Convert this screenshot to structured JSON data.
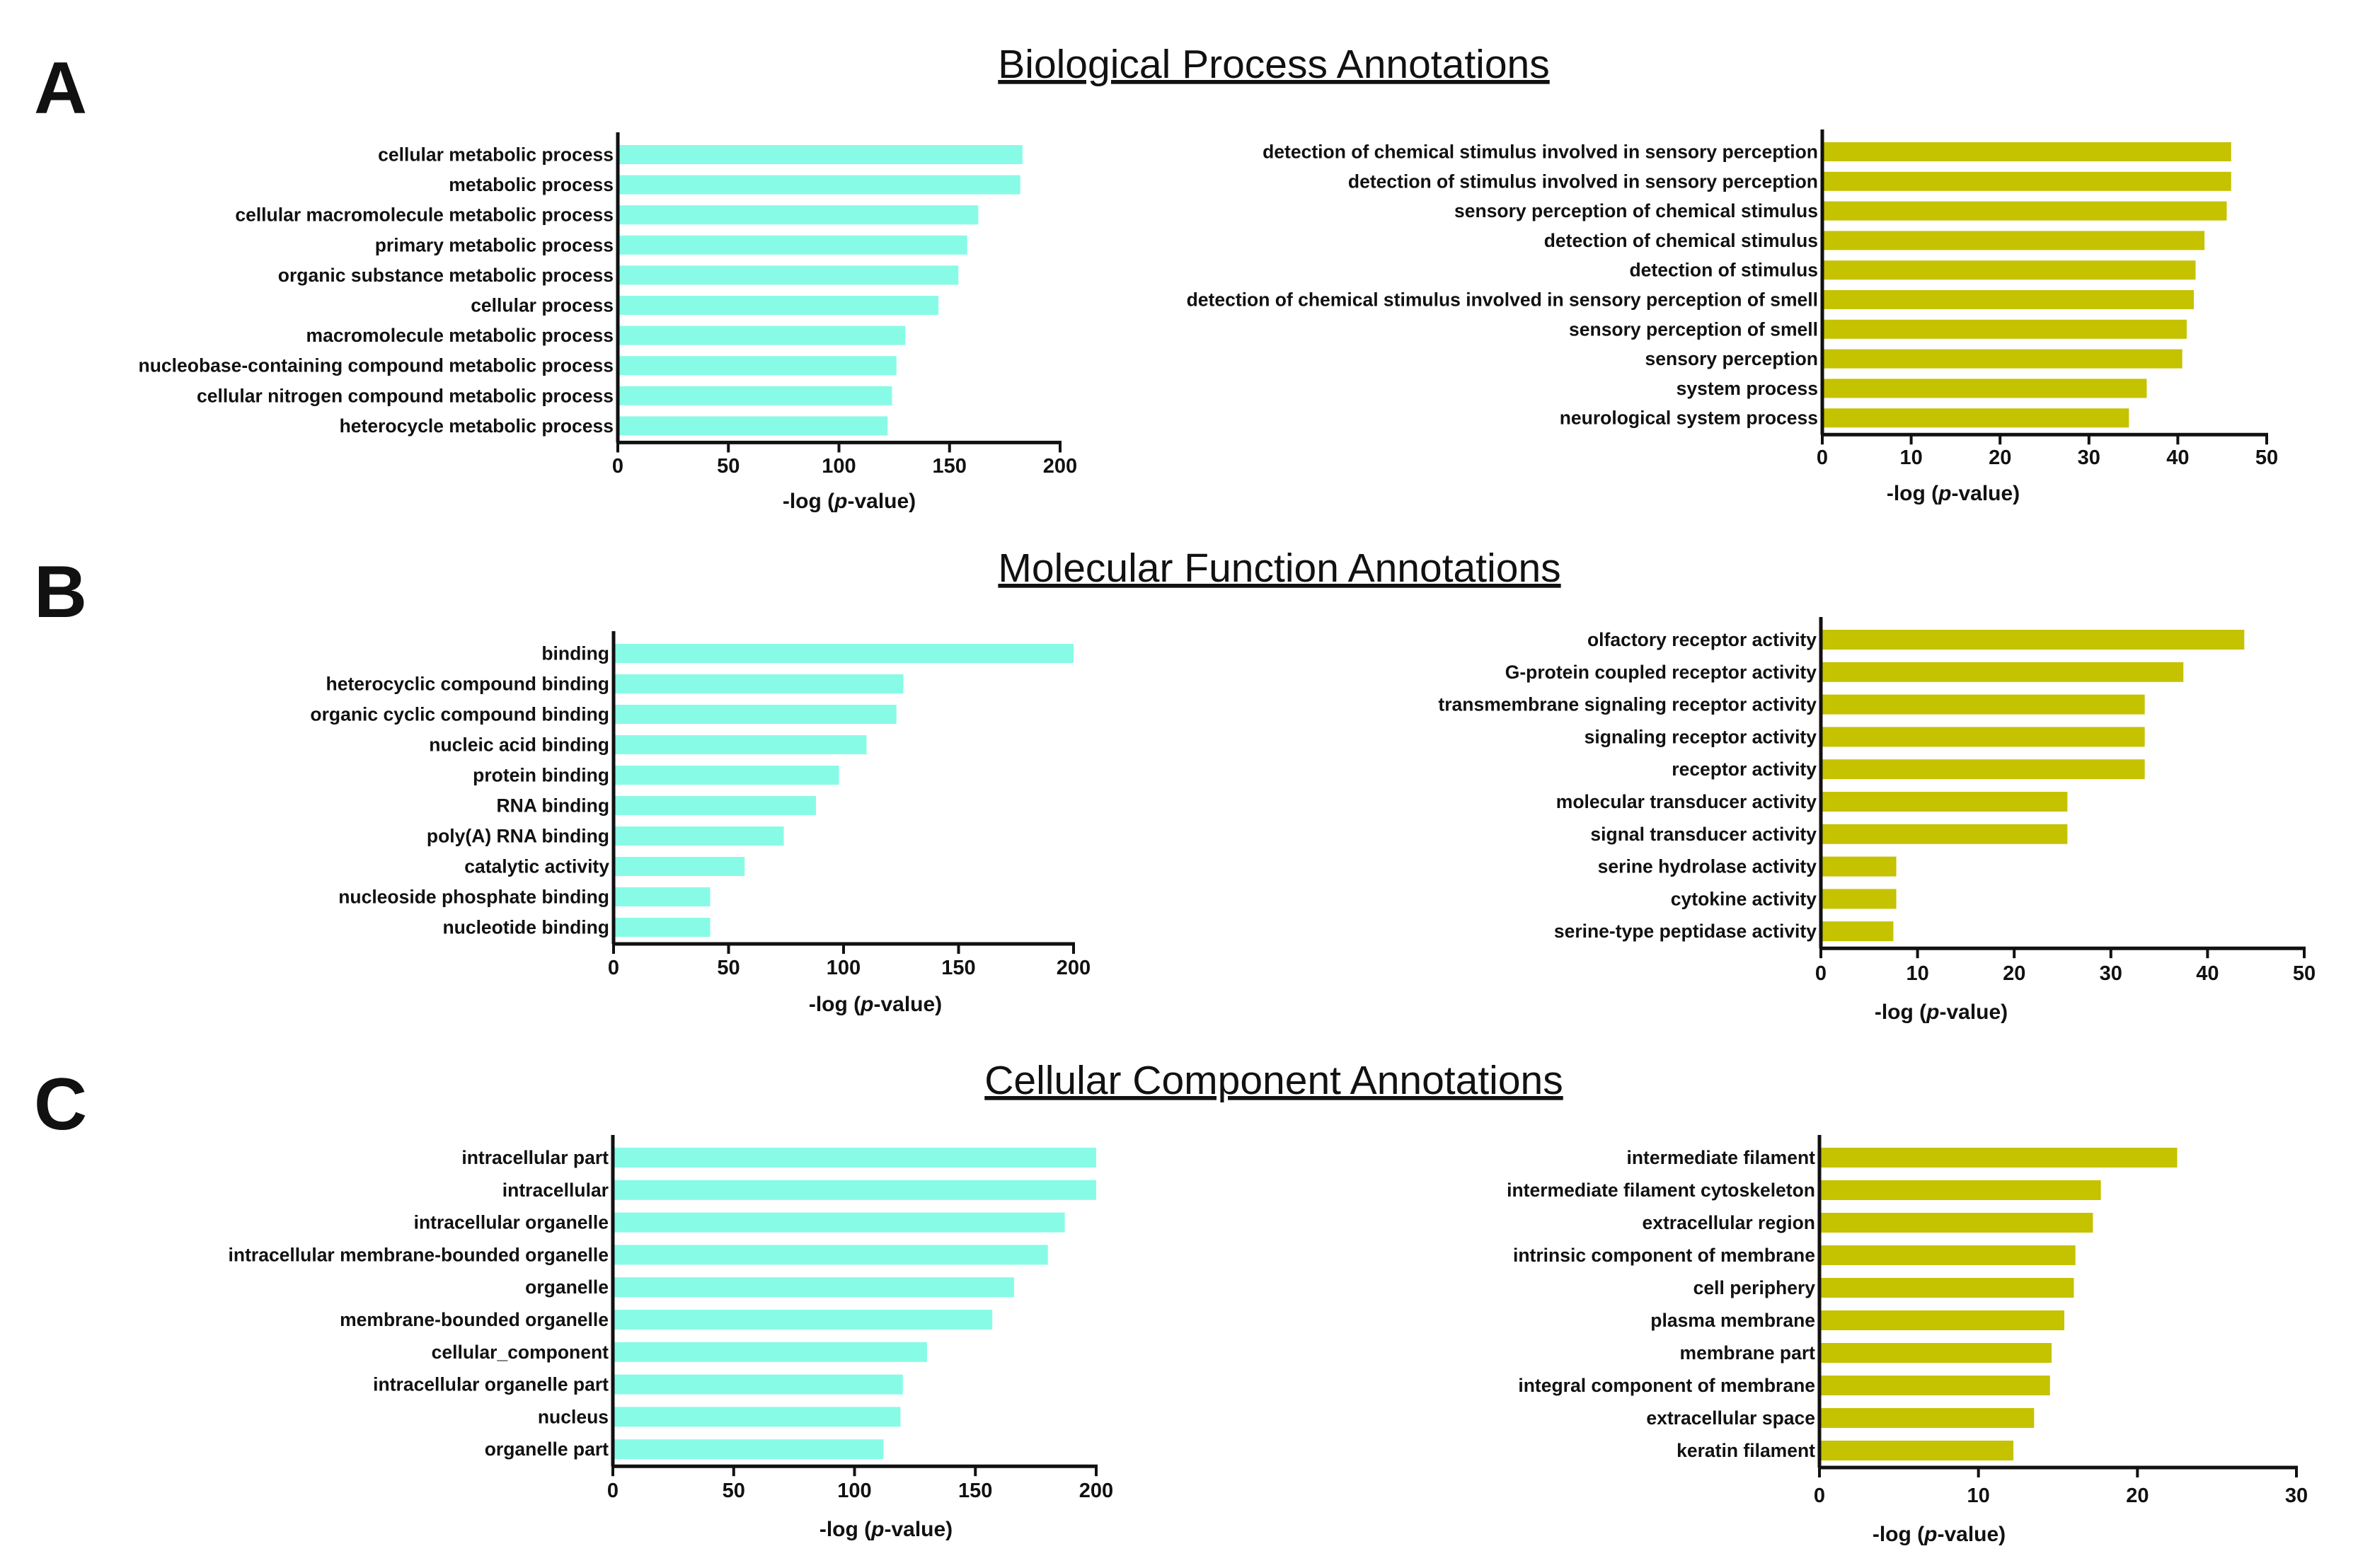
{
  "sections": [
    {
      "letter": "A",
      "title": "Biological Process Annotations",
      "charts": [
        {
          "type": "bar",
          "orientation": "horizontal",
          "color": "#88fbe6",
          "categories": [
            "cellular metabolic process",
            "metabolic process",
            "cellular macromolecule metabolic process",
            "primary metabolic process",
            "organic substance metabolic process",
            "cellular process",
            "macromolecule metabolic process",
            "nucleobase-containing compound metabolic process",
            "cellular nitrogen compound metabolic process",
            "heterocycle metabolic process"
          ],
          "values": [
            183,
            182,
            163,
            158,
            154,
            145,
            130,
            126,
            124,
            122
          ],
          "xlim": [
            0,
            200
          ],
          "ticks": [
            "0",
            "50",
            "100",
            "150",
            "200"
          ],
          "xlabel_prefix": "-log (",
          "xlabel_italic": "p",
          "xlabel_suffix": "-value)"
        },
        {
          "type": "bar",
          "orientation": "horizontal",
          "color": "#c5c200",
          "categories": [
            "detection of chemical stimulus involved in sensory perception",
            "detection of stimulus involved in sensory perception",
            "sensory perception of chemical stimulus",
            "detection of chemical stimulus",
            "detection of stimulus",
            "detection of chemical stimulus involved in sensory perception of smell",
            "sensory perception of smell",
            "sensory perception",
            "system process",
            "neurological system process"
          ],
          "values": [
            46,
            46,
            45.5,
            43,
            42,
            41.8,
            41,
            40.5,
            36.5,
            34.5
          ],
          "xlim": [
            0,
            50
          ],
          "ticks": [
            "0",
            "10",
            "20",
            "30",
            "40",
            "50"
          ],
          "xlabel_prefix": "-log (",
          "xlabel_italic": "p",
          "xlabel_suffix": "-value)"
        }
      ]
    },
    {
      "letter": "B",
      "title": "Molecular Function Annotations",
      "charts": [
        {
          "type": "bar",
          "orientation": "horizontal",
          "color": "#88fbe6",
          "categories": [
            "binding",
            "heterocyclic compound binding",
            "organic cyclic compound binding",
            "nucleic acid binding",
            "protein binding",
            "RNA binding",
            "poly(A) RNA binding",
            "catalytic activity",
            "nucleoside phosphate binding",
            "nucleotide binding"
          ],
          "values": [
            200,
            126,
            123,
            110,
            98,
            88,
            74,
            57,
            42,
            42
          ],
          "xlim": [
            0,
            200
          ],
          "ticks": [
            "0",
            "50",
            "100",
            "150",
            "200"
          ],
          "xlabel_prefix": "-log (",
          "xlabel_italic": "p",
          "xlabel_suffix": "-value)"
        },
        {
          "type": "bar",
          "orientation": "horizontal",
          "color": "#c5c200",
          "categories": [
            "olfactory receptor activity",
            "G-protein coupled receptor activity",
            "transmembrane signaling receptor activity",
            "signaling receptor activity",
            "receptor activity",
            "molecular transducer activity",
            "signal transducer activity",
            "serine hydrolase activity",
            "cytokine activity",
            "serine-type peptidase activity"
          ],
          "values": [
            43.8,
            37.5,
            33.5,
            33.5,
            33.5,
            25.5,
            25.5,
            7.8,
            7.8,
            7.5
          ],
          "xlim": [
            0,
            50
          ],
          "ticks": [
            "0",
            "10",
            "20",
            "30",
            "40",
            "50"
          ],
          "xlabel_prefix": "-log (",
          "xlabel_italic": "p",
          "xlabel_suffix": "-value)"
        }
      ]
    },
    {
      "letter": "C",
      "title": "Cellular Component Annotations",
      "charts": [
        {
          "type": "bar",
          "orientation": "horizontal",
          "color": "#88fbe6",
          "categories": [
            "intracellular part",
            "intracellular",
            "intracellular organelle",
            "intracellular membrane-bounded organelle",
            "organelle",
            "membrane-bounded organelle",
            "cellular_component",
            "intracellular organelle part",
            "nucleus",
            "organelle part"
          ],
          "values": [
            200,
            200,
            187,
            180,
            166,
            157,
            130,
            120,
            119,
            112
          ],
          "xlim": [
            0,
            200
          ],
          "ticks": [
            "0",
            "50",
            "100",
            "150",
            "200"
          ],
          "xlabel_prefix": "-log (",
          "xlabel_italic": "p",
          "xlabel_suffix": "-value)"
        },
        {
          "type": "bar",
          "orientation": "horizontal",
          "color": "#c5c200",
          "categories": [
            "intermediate filament",
            "intermediate filament cytoskeleton",
            "extracellular region",
            "intrinsic component of membrane",
            "cell periphery",
            "plasma membrane",
            "membrane part",
            "integral component of membrane",
            "extracellular space",
            "keratin filament"
          ],
          "values": [
            22.5,
            17.7,
            17.2,
            16.1,
            16,
            15.4,
            14.6,
            14.5,
            13.5,
            12.2
          ],
          "xlim": [
            0,
            30
          ],
          "ticks": [
            "0",
            "10",
            "20",
            "30"
          ],
          "xlabel_prefix": "-log (",
          "xlabel_italic": "p",
          "xlabel_suffix": "-value)"
        }
      ]
    }
  ]
}
